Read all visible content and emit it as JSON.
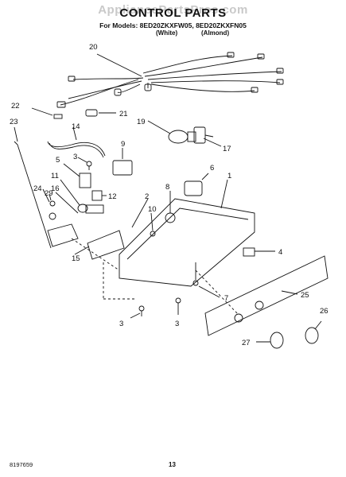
{
  "watermark": "AppliancePartsPros.com",
  "title": "CONTROL PARTS",
  "models_line": "For Models: 8ED20ZKXFW05, 8ED20ZKXFN05",
  "variant_white": "(White)",
  "variant_almond": "(Almond)",
  "doc_number": "8197659",
  "page_number": "13",
  "callouts": [
    "20",
    "22",
    "21",
    "23",
    "14",
    "19",
    "17",
    "9",
    "3",
    "5",
    "6",
    "1",
    "11",
    "8",
    "16",
    "12",
    "2",
    "10",
    "24",
    "29",
    "4",
    "15",
    "7",
    "25",
    "26",
    "27",
    "3",
    "3"
  ]
}
